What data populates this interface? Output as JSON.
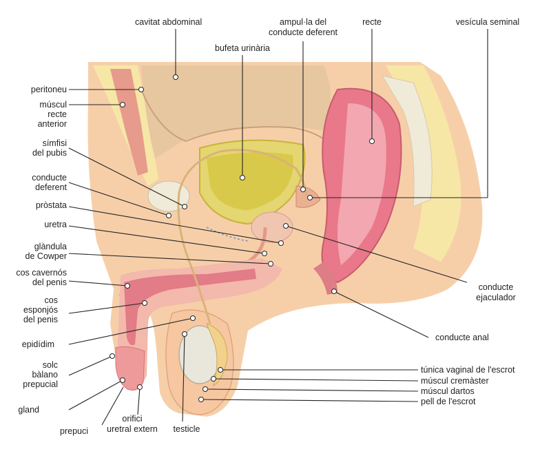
{
  "labels": {
    "cavitat_abdominal": "cavitat abdominal",
    "ampulla_1": "ampul·la del",
    "ampulla_2": "conducte deferent",
    "recte": "recte",
    "vesicula_seminal": "vesícula seminal",
    "bufeta_urinaria": "bufeta urinària",
    "peritoneu": "peritoneu",
    "muscul_recte_1": "múscul",
    "muscul_recte_2": "recte",
    "muscul_recte_3": "anterior",
    "simfisi_1": "símfisi",
    "simfisi_2": "del pubis",
    "conducte_deferent_1": "conducte",
    "conducte_deferent_2": "deferent",
    "prostata": "pròstata",
    "uretra": "uretra",
    "cowper_1": "glàndula",
    "cowper_2": "de Cowper",
    "cavernos_1": "cos cavernós",
    "cavernos_2": "del penis",
    "esponjos_1": "cos",
    "esponjos_2": "esponjós",
    "esponjos_3": "del penis",
    "epididim": "epidídim",
    "solc_1": "solc",
    "solc_2": "bàlano",
    "solc_3": "prepucial",
    "gland": "gland",
    "prepuci": "prepuci",
    "orifici_1": "orifici",
    "orifici_2": "uretral extern",
    "testicle": "testicle",
    "conducte_ejaculador_1": "conducte",
    "conducte_ejaculador_2": "ejaculador",
    "conducte_anal": "conducte anal",
    "tunica_vaginal": "túnica vaginal de l'escrot",
    "muscul_cremaster": "múscul cremàster",
    "muscul_dartos": "múscul dartos",
    "pell_escrot": "pell de l'escrot"
  },
  "colors": {
    "skin": "#f6cfa9",
    "fat": "#f7e7a6",
    "bladder": "#d9c94a",
    "rectum": "#e8788a",
    "muscle": "#e79b8c",
    "bone": "#f0ead8",
    "testis": "#e9e6dc"
  }
}
